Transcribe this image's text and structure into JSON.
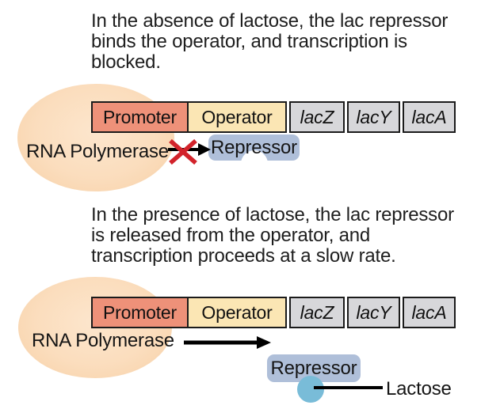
{
  "figure": {
    "subject": "lac operon regulation diagram"
  },
  "colors": {
    "background": "#ffffff",
    "text": "#1e1e1e",
    "promoter_fill": "#ee9179",
    "operator_fill": "#fbe6b4",
    "gene_fill": "#d7d7da",
    "segment_border": "#1b1b1b",
    "rna_polymerase_fill": "#fbddbd",
    "repressor_fill": "#afbfd9",
    "lactose_fill": "#79bcd8",
    "blocked_x": "#d2232b",
    "arrow": "#000000"
  },
  "sections": [
    {
      "caption": {
        "line1": "In the absence of lactose, the lac repressor",
        "line2": "binds the operator, and transcription is",
        "line3": "blocked."
      },
      "labels": {
        "rna_polymerase": "RNA Polymerase",
        "repressor": "Repressor"
      },
      "operon": {
        "promoter": "Promoter",
        "operator": "Operator",
        "genes": [
          "lacZ",
          "lacY",
          "lacA"
        ]
      }
    },
    {
      "caption": {
        "line1": "In the presence of lactose, the lac repressor",
        "line2": "is released from the operator, and",
        "line3": "transcription proceeds at a slow rate."
      },
      "labels": {
        "rna_polymerase": "RNA Polymerase",
        "repressor": "Repressor",
        "lactose": "Lactose"
      },
      "operon": {
        "promoter": "Promoter",
        "operator": "Operator",
        "genes": [
          "lacZ",
          "lacY",
          "lacA"
        ]
      }
    }
  ]
}
